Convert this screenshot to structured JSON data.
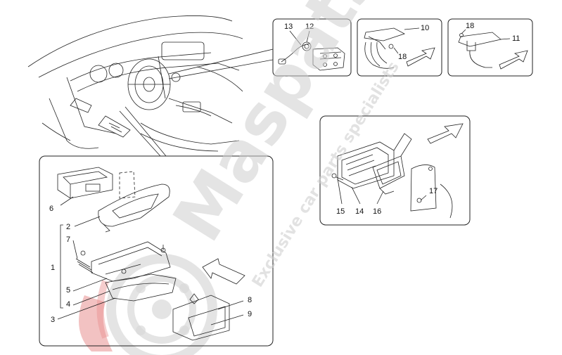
{
  "watermark": {
    "brand": "Maspats",
    "tagline": "Exclusive car parts specialists",
    "logo_accent": "#e05555"
  },
  "callouts": {
    "n1": "1",
    "n2": "2",
    "n3": "3",
    "n4": "4",
    "n5": "5",
    "n6": "6",
    "n7": "7",
    "n8": "8",
    "n9": "9",
    "n10": "10",
    "n11": "11",
    "n12": "12",
    "n13": "13",
    "n14": "14",
    "n15": "15",
    "n16": "16",
    "n17": "17",
    "n18a": "18",
    "n18b": "18"
  }
}
